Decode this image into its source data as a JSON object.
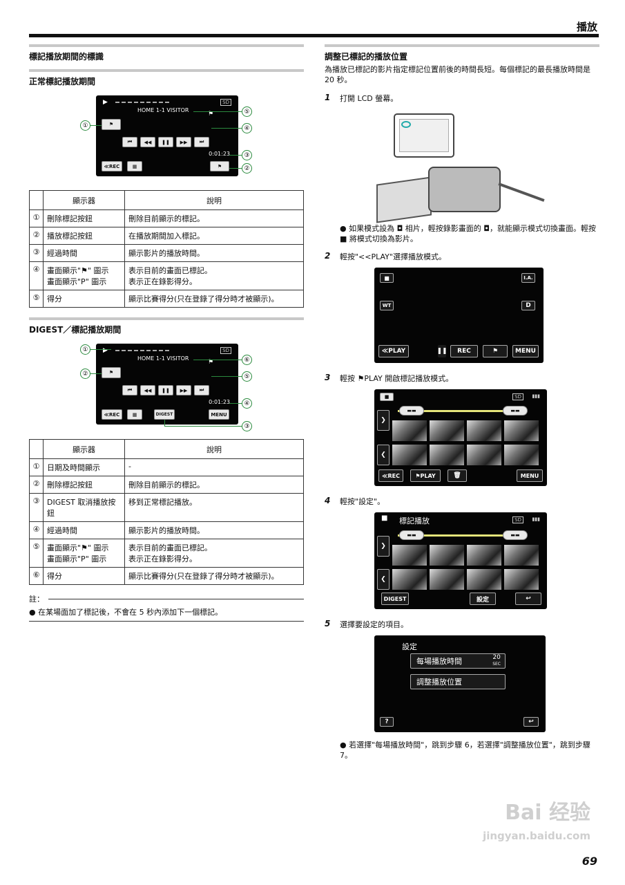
{
  "header": {
    "section_title": "播放"
  },
  "left": {
    "heading1": "標記播放期間的標識",
    "heading2": "正常標記播放期間",
    "screen1": {
      "scene_label": "HOME 1-1 VISITOR",
      "time": "0:01:23",
      "rec_label": "≪REC",
      "sd_label": "SD"
    },
    "table1": {
      "col_display": "顯示器",
      "col_desc": "說明",
      "rows": [
        {
          "num": "①",
          "display": "刪除標記按鈕",
          "desc": "刪除目前顯示的標記。"
        },
        {
          "num": "②",
          "display": "播放標記按鈕",
          "desc": "在播放期間加入標記。"
        },
        {
          "num": "③",
          "display": "經過時間",
          "desc": "顯示影片的播放時間。"
        },
        {
          "num": "④",
          "display": "畫面顯示\"⚑\" 圖示\n畫面顯示\"P\" 圖示",
          "desc": "表示目前的畫面已標記。\n表示正在錄影得分。"
        },
        {
          "num": "⑤",
          "display": "得分",
          "desc": "顯示比賽得分(只在登錄了得分時才被顯示)。"
        }
      ]
    },
    "heading3": "DIGEST／標記播放期間",
    "screen2": {
      "scene_label": "HOME 1-1 VISITOR",
      "time": "0:01:23",
      "rec_label": "≪REC",
      "digest_label": "DIGEST",
      "menu_label": "MENU",
      "sd_label": "SD"
    },
    "table2": {
      "col_display": "顯示器",
      "col_desc": "說明",
      "rows": [
        {
          "num": "①",
          "display": "日期及時間顯示",
          "desc": "-"
        },
        {
          "num": "②",
          "display": "刪除標記按鈕",
          "desc": "刪除目前顯示的標記。"
        },
        {
          "num": "③",
          "display": "DIGEST 取消播放按鈕",
          "desc": "移到正常標記播放。"
        },
        {
          "num": "④",
          "display": "經過時間",
          "desc": "顯示影片的播放時間。"
        },
        {
          "num": "⑤",
          "display": "畫面顯示\"⚑\" 圖示\n畫面顯示\"P\" 圖示",
          "desc": "表示目前的畫面已標記。\n表示正在錄影得分。"
        },
        {
          "num": "⑥",
          "display": "得分",
          "desc": "顯示比賽得分(只在登錄了得分時才被顯示)。"
        }
      ]
    },
    "note_label": "註：",
    "note_text": "在某場面加了標記後，不會在 5 秒內添加下一個標記。",
    "callouts": [
      "①",
      "②",
      "③",
      "④",
      "⑤",
      "⑥"
    ]
  },
  "right": {
    "heading": "調整已標記的播放位置",
    "intro": "為播放已標記的影片指定標記位置前後的時間長短。每個標記的最長播放時間是 20 秒。",
    "steps": [
      {
        "n": "1",
        "text": "打開 LCD 螢幕。"
      },
      {
        "n": "2",
        "text": "輕按\"<<PLAY\"選擇播放模式。"
      },
      {
        "n": "3",
        "text": "輕按 ⚑PLAY 開啟標記播放模式。"
      },
      {
        "n": "4",
        "text": "輕按\"設定\"。"
      },
      {
        "n": "5",
        "text": "選擇要設定的項目。"
      }
    ],
    "bullet1": "如果模式設為 ◘ 相片，輕按錄影畫面的 ◘，就能顯示模式切換畫面。輕按 ■ 將模式切換為影片。",
    "bullet2": "若選擇\"每場播放時間\"，跳到步驟 6，若選擇\"調整播放位置\"，跳到步驟 7。",
    "rec_screen": {
      "play_btn": "≪PLAY",
      "rec_btn": "REC",
      "menu_btn": "MENU",
      "ia_label": "I.A.",
      "wt_label": "WT",
      "d_label": "D"
    },
    "index_screen": {
      "rec_btn": "≪REC",
      "play_btn": "PLAY",
      "menu_btn": "MENU",
      "sd_label": "SD"
    },
    "mark_screen": {
      "title": "標記播放",
      "digest_btn": "DIGEST",
      "settings_btn": "設定",
      "sd_label": "SD"
    },
    "settings_screen": {
      "title": "設定",
      "item1": "每場播放時間",
      "item1_value": "20",
      "item1_unit": "SEC",
      "item2": "調整播放位置",
      "help": "?"
    }
  },
  "watermark": {
    "line1": "Bai 经验",
    "line2": "jingyan.baidu.com"
  },
  "page_number": "69"
}
